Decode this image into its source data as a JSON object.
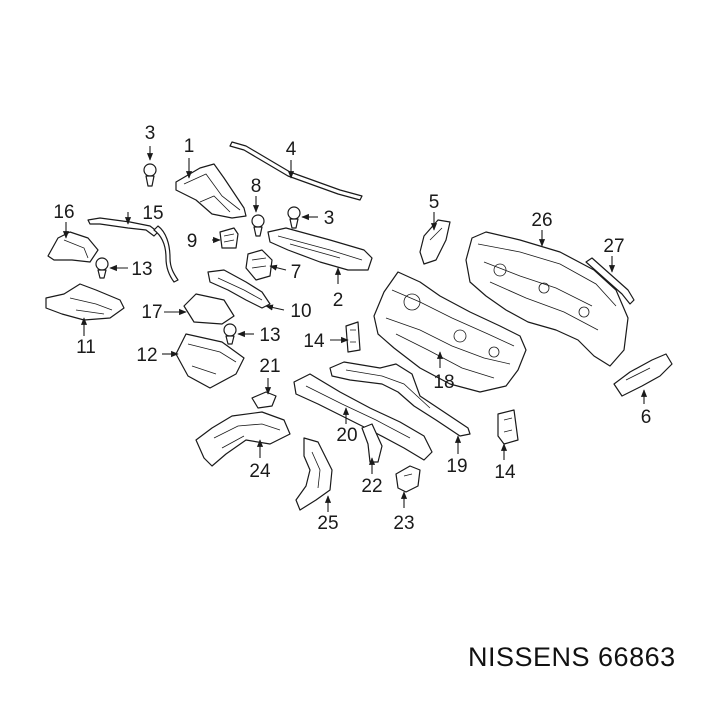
{
  "colors": {
    "ink": "#1a1a1a",
    "background": "#ffffff"
  },
  "callouts": {
    "c1": "1",
    "c2": "2",
    "c3a": "3",
    "c3b": "3",
    "c4": "4",
    "c5": "5",
    "c6": "6",
    "c7": "7",
    "c8": "8",
    "c9": "9",
    "c10": "10",
    "c11": "11",
    "c12": "12",
    "c13a": "13",
    "c13b": "13",
    "c14a": "14",
    "c14b": "14",
    "c15": "15",
    "c16": "16",
    "c17": "17",
    "c18": "18",
    "c19": "19",
    "c20": "20",
    "c21": "21",
    "c22": "22",
    "c23": "23",
    "c24": "24",
    "c25": "25",
    "c26": "26",
    "c27": "27"
  },
  "brand": {
    "text": "NISSENS 66863"
  }
}
